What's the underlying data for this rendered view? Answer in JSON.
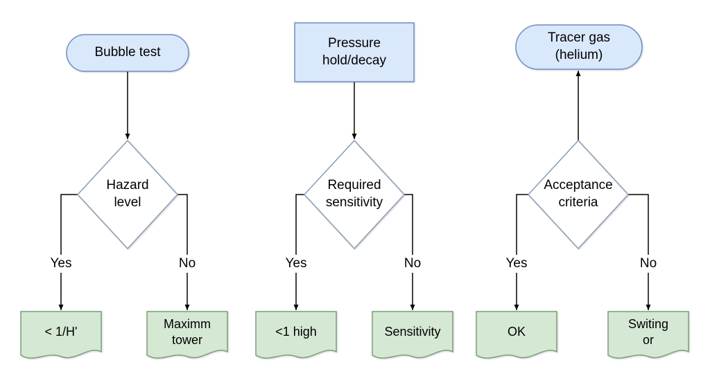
{
  "flowchart": {
    "columns": [
      {
        "start": "Bubble test",
        "decision": "Hazard\nlevel",
        "yes_label": "Yes",
        "no_label": "No",
        "yes_result": "< 1/H'",
        "no_result": "Maximm\ntower"
      },
      {
        "start": "Pressure\nhold/decay",
        "decision": "Required\nsensitivity",
        "yes_label": "Yes",
        "no_label": "No",
        "yes_result": "<1 high",
        "no_result": "Sensitivity"
      },
      {
        "start": "Tracer gas\n(helium)",
        "decision": "Acceptance\ncriteria",
        "yes_label": "Yes",
        "no_label": "No",
        "yes_result": "OK",
        "no_result": "Switing\nor"
      }
    ],
    "colors": {
      "start_fill": "#dae8fc",
      "start_stroke": "#6c8ebf",
      "decision_fill": "#ffffff",
      "decision_stroke": "#8a9cb8",
      "result_fill": "#d5e8d4",
      "result_stroke": "#79a079",
      "edge": "#000000",
      "background": "#ffffff"
    }
  }
}
